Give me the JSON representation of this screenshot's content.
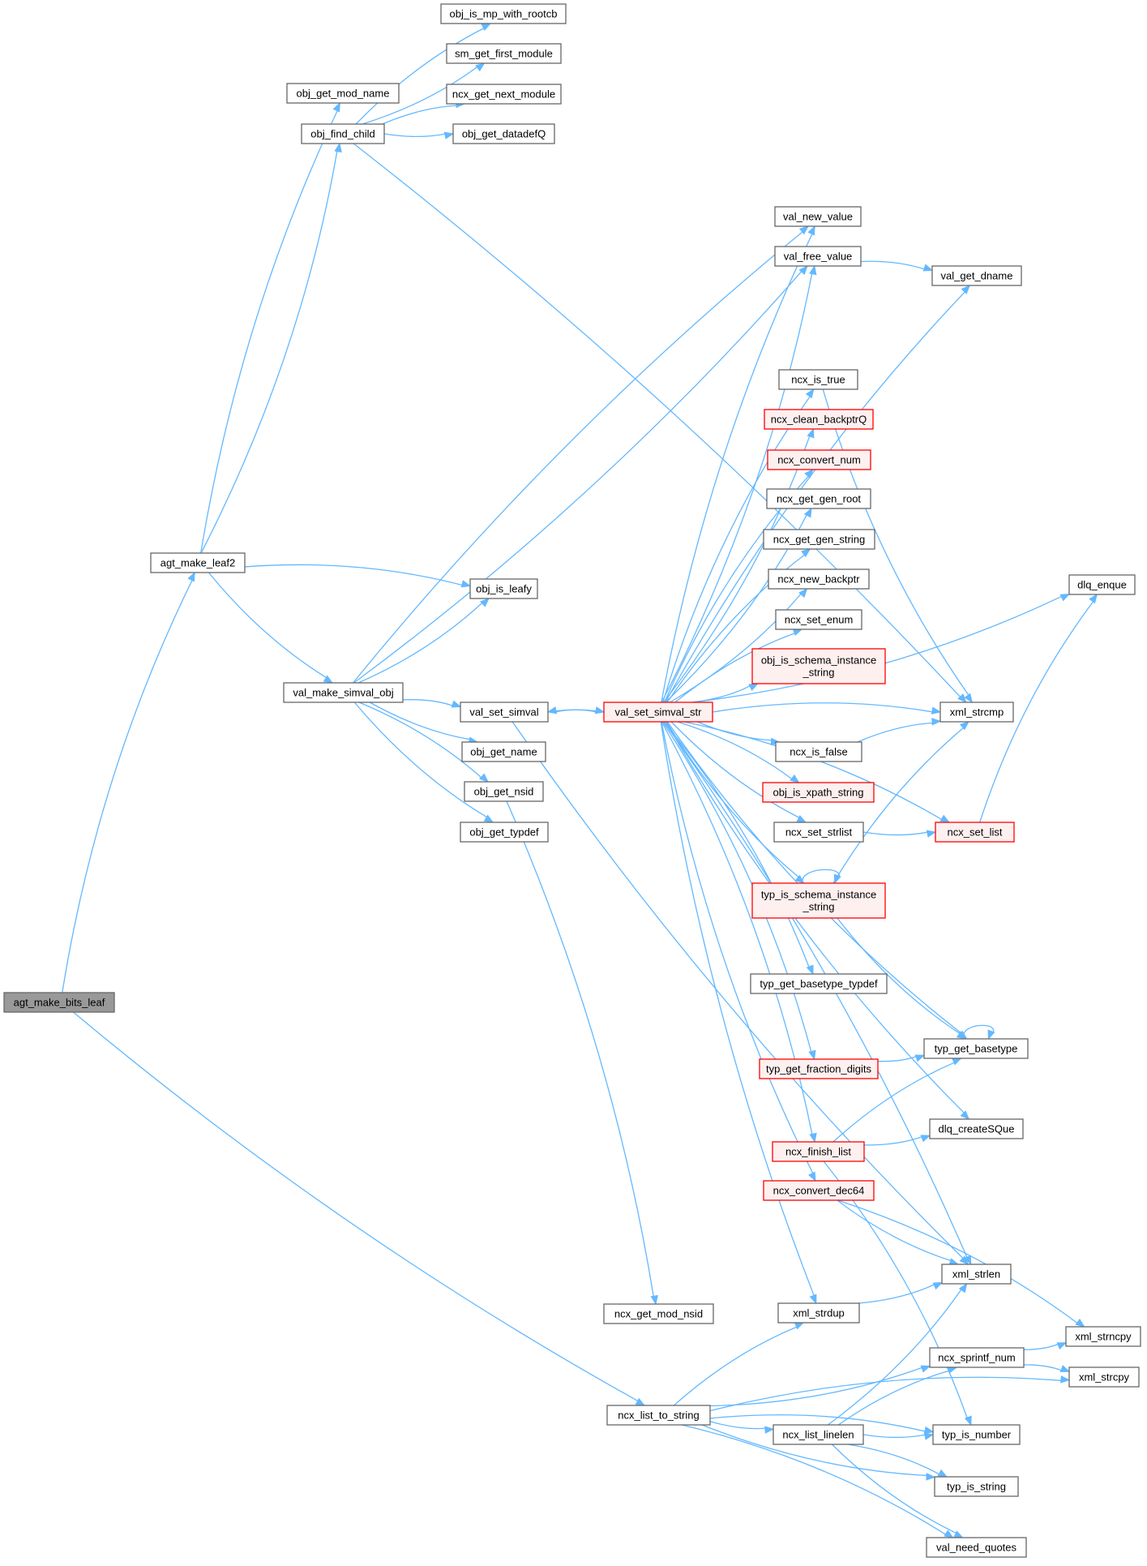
{
  "colors": {
    "edge": "#63b8ff",
    "node_fill": "#ffffff",
    "node_border": "#666666",
    "root_fill": "#999999",
    "root_border": "#666666",
    "truncated_fill": "#fff0f0",
    "truncated_border": "#ff0000"
  },
  "nodes": {
    "agt_make_bits_leaf": {
      "lines": [
        "agt_make_bits_leaf"
      ],
      "style": "root"
    },
    "agt_make_leaf2": {
      "lines": [
        "agt_make_leaf2"
      ],
      "style": "normal"
    },
    "obj_get_mod_name": {
      "lines": [
        "obj_get_mod_name"
      ],
      "style": "normal"
    },
    "obj_find_child": {
      "lines": [
        "obj_find_child"
      ],
      "style": "normal"
    },
    "obj_is_mp_with_rootcb": {
      "lines": [
        "obj_is_mp_with_rootcb"
      ],
      "style": "normal"
    },
    "sm_get_first_module": {
      "lines": [
        "sm_get_first_module"
      ],
      "style": "normal"
    },
    "ncx_get_next_module": {
      "lines": [
        "ncx_get_next_module"
      ],
      "style": "normal"
    },
    "obj_get_datadefQ": {
      "lines": [
        "obj_get_datadefQ"
      ],
      "style": "normal"
    },
    "obj_is_leafy": {
      "lines": [
        "obj_is_leafy"
      ],
      "style": "normal"
    },
    "val_make_simval_obj": {
      "lines": [
        "val_make_simval_obj"
      ],
      "style": "normal"
    },
    "val_set_simval": {
      "lines": [
        "val_set_simval"
      ],
      "style": "normal"
    },
    "obj_get_name": {
      "lines": [
        "obj_get_name"
      ],
      "style": "normal"
    },
    "obj_get_nsid": {
      "lines": [
        "obj_get_nsid"
      ],
      "style": "normal"
    },
    "obj_get_typdef": {
      "lines": [
        "obj_get_typdef"
      ],
      "style": "normal"
    },
    "ncx_get_mod_nsid": {
      "lines": [
        "ncx_get_mod_nsid"
      ],
      "style": "normal"
    },
    "ncx_list_to_string": {
      "lines": [
        "ncx_list_to_string"
      ],
      "style": "normal"
    },
    "val_set_simval_str": {
      "lines": [
        "val_set_simval_str"
      ],
      "style": "truncated"
    },
    "val_new_value": {
      "lines": [
        "val_new_value"
      ],
      "style": "normal"
    },
    "val_free_value": {
      "lines": [
        "val_free_value"
      ],
      "style": "normal"
    },
    "val_get_dname": {
      "lines": [
        "val_get_dname"
      ],
      "style": "normal"
    },
    "ncx_is_true": {
      "lines": [
        "ncx_is_true"
      ],
      "style": "normal"
    },
    "ncx_clean_backptrQ": {
      "lines": [
        "ncx_clean_backptrQ"
      ],
      "style": "truncated"
    },
    "ncx_convert_num": {
      "lines": [
        "ncx_convert_num"
      ],
      "style": "truncated"
    },
    "ncx_get_gen_root": {
      "lines": [
        "ncx_get_gen_root"
      ],
      "style": "normal"
    },
    "ncx_get_gen_string": {
      "lines": [
        "ncx_get_gen_string"
      ],
      "style": "normal"
    },
    "ncx_new_backptr": {
      "lines": [
        "ncx_new_backptr"
      ],
      "style": "normal"
    },
    "ncx_set_enum": {
      "lines": [
        "ncx_set_enum"
      ],
      "style": "normal"
    },
    "obj_is_schema_instance_string": {
      "lines": [
        "obj_is_schema_instance",
        "_string"
      ],
      "style": "truncated"
    },
    "xml_strcmp": {
      "lines": [
        "xml_strcmp"
      ],
      "style": "normal"
    },
    "ncx_is_false": {
      "lines": [
        "ncx_is_false"
      ],
      "style": "normal"
    },
    "obj_is_xpath_string": {
      "lines": [
        "obj_is_xpath_string"
      ],
      "style": "truncated"
    },
    "ncx_set_strlist": {
      "lines": [
        "ncx_set_strlist"
      ],
      "style": "normal"
    },
    "ncx_set_list": {
      "lines": [
        "ncx_set_list"
      ],
      "style": "truncated"
    },
    "dlq_enque": {
      "lines": [
        "dlq_enque"
      ],
      "style": "normal"
    },
    "typ_is_schema_instance_string": {
      "lines": [
        "typ_is_schema_instance",
        "_string"
      ],
      "style": "truncated"
    },
    "typ_get_basetype_typdef": {
      "lines": [
        "typ_get_basetype_typdef"
      ],
      "style": "normal"
    },
    "typ_get_basetype": {
      "lines": [
        "typ_get_basetype"
      ],
      "style": "normal"
    },
    "typ_get_fraction_digits": {
      "lines": [
        "typ_get_fraction_digits"
      ],
      "style": "truncated"
    },
    "dlq_createSQue": {
      "lines": [
        "dlq_createSQue"
      ],
      "style": "normal"
    },
    "ncx_finish_list": {
      "lines": [
        "ncx_finish_list"
      ],
      "style": "truncated"
    },
    "ncx_convert_dec64": {
      "lines": [
        "ncx_convert_dec64"
      ],
      "style": "truncated"
    },
    "xml_strlen": {
      "lines": [
        "xml_strlen"
      ],
      "style": "normal"
    },
    "xml_strdup": {
      "lines": [
        "xml_strdup"
      ],
      "style": "normal"
    },
    "xml_strncpy": {
      "lines": [
        "xml_strncpy"
      ],
      "style": "normal"
    },
    "ncx_sprintf_num": {
      "lines": [
        "ncx_sprintf_num"
      ],
      "style": "normal"
    },
    "xml_strcpy": {
      "lines": [
        "xml_strcpy"
      ],
      "style": "normal"
    },
    "ncx_list_linelen": {
      "lines": [
        "ncx_list_linelen"
      ],
      "style": "normal"
    },
    "typ_is_number": {
      "lines": [
        "typ_is_number"
      ],
      "style": "normal"
    },
    "typ_is_string": {
      "lines": [
        "typ_is_string"
      ],
      "style": "normal"
    },
    "val_need_quotes": {
      "lines": [
        "val_need_quotes"
      ],
      "style": "normal"
    }
  },
  "edges": [
    [
      "agt_make_bits_leaf",
      "agt_make_leaf2"
    ],
    [
      "agt_make_bits_leaf",
      "ncx_list_to_string"
    ],
    [
      "agt_make_leaf2",
      "obj_get_mod_name"
    ],
    [
      "agt_make_leaf2",
      "obj_find_child"
    ],
    [
      "agt_make_leaf2",
      "obj_is_leafy"
    ],
    [
      "agt_make_leaf2",
      "val_make_simval_obj"
    ],
    [
      "obj_find_child",
      "obj_is_mp_with_rootcb"
    ],
    [
      "obj_find_child",
      "sm_get_first_module"
    ],
    [
      "obj_find_child",
      "ncx_get_next_module"
    ],
    [
      "obj_find_child",
      "obj_get_datadefQ"
    ],
    [
      "obj_find_child",
      "xml_strcmp"
    ],
    [
      "val_make_simval_obj",
      "obj_is_leafy"
    ],
    [
      "val_make_simval_obj",
      "val_new_value"
    ],
    [
      "val_make_simval_obj",
      "val_free_value"
    ],
    [
      "val_make_simval_obj",
      "val_set_simval"
    ],
    [
      "val_make_simval_obj",
      "obj_get_name"
    ],
    [
      "val_make_simval_obj",
      "obj_get_nsid"
    ],
    [
      "val_make_simval_obj",
      "obj_get_typdef"
    ],
    [
      "val_set_simval",
      "val_set_simval_str"
    ],
    [
      "val_set_simval",
      "xml_strlen"
    ],
    [
      "obj_get_nsid",
      "ncx_get_mod_nsid"
    ],
    [
      "val_set_simval_str",
      "val_set_simval"
    ],
    [
      "val_set_simval_str",
      "val_new_value"
    ],
    [
      "val_set_simval_str",
      "val_free_value"
    ],
    [
      "val_set_simval_str",
      "val_get_dname"
    ],
    [
      "val_set_simval_str",
      "dlq_enque"
    ],
    [
      "val_set_simval_str",
      "ncx_is_true"
    ],
    [
      "val_set_simval_str",
      "ncx_clean_backptrQ"
    ],
    [
      "val_set_simval_str",
      "ncx_convert_num"
    ],
    [
      "val_set_simval_str",
      "ncx_get_gen_root"
    ],
    [
      "val_set_simval_str",
      "ncx_get_gen_string"
    ],
    [
      "val_set_simval_str",
      "ncx_new_backptr"
    ],
    [
      "val_set_simval_str",
      "ncx_set_enum"
    ],
    [
      "val_set_simval_str",
      "obj_is_schema_instance_string"
    ],
    [
      "val_set_simval_str",
      "xml_strcmp"
    ],
    [
      "val_set_simval_str",
      "ncx_is_false"
    ],
    [
      "val_set_simval_str",
      "obj_is_xpath_string"
    ],
    [
      "val_set_simval_str",
      "ncx_set_strlist"
    ],
    [
      "val_set_simval_str",
      "ncx_set_list"
    ],
    [
      "val_set_simval_str",
      "typ_is_schema_instance_string"
    ],
    [
      "val_set_simval_str",
      "typ_get_basetype_typdef"
    ],
    [
      "val_set_simval_str",
      "typ_get_basetype"
    ],
    [
      "val_set_simval_str",
      "typ_get_fraction_digits"
    ],
    [
      "val_set_simval_str",
      "dlq_createSQue"
    ],
    [
      "val_set_simval_str",
      "ncx_finish_list"
    ],
    [
      "val_set_simval_str",
      "ncx_convert_dec64"
    ],
    [
      "val_set_simval_str",
      "xml_strlen"
    ],
    [
      "val_set_simval_str",
      "xml_strdup"
    ],
    [
      "val_free_value",
      "val_get_dname"
    ],
    [
      "ncx_is_true",
      "xml_strcmp"
    ],
    [
      "ncx_is_false",
      "xml_strcmp"
    ],
    [
      "ncx_set_strlist",
      "ncx_set_list"
    ],
    [
      "ncx_set_list",
      "dlq_enque"
    ],
    [
      "typ_is_schema_instance_string",
      "typ_is_schema_instance_string"
    ],
    [
      "typ_is_schema_instance_string",
      "xml_strcmp"
    ],
    [
      "typ_is_schema_instance_string",
      "typ_get_basetype"
    ],
    [
      "typ_get_basetype",
      "typ_get_basetype"
    ],
    [
      "typ_get_fraction_digits",
      "typ_get_basetype"
    ],
    [
      "ncx_finish_list",
      "typ_get_basetype"
    ],
    [
      "ncx_finish_list",
      "dlq_createSQue"
    ],
    [
      "ncx_finish_list",
      "typ_is_number"
    ],
    [
      "ncx_convert_dec64",
      "xml_strlen"
    ],
    [
      "ncx_convert_dec64",
      "xml_strncpy"
    ],
    [
      "xml_strdup",
      "xml_strlen"
    ],
    [
      "ncx_list_to_string",
      "xml_strdup"
    ],
    [
      "ncx_list_to_string",
      "ncx_sprintf_num"
    ],
    [
      "ncx_list_to_string",
      "xml_strcpy"
    ],
    [
      "ncx_list_to_string",
      "ncx_list_linelen"
    ],
    [
      "ncx_list_to_string",
      "typ_is_number"
    ],
    [
      "ncx_list_to_string",
      "typ_is_string"
    ],
    [
      "ncx_list_to_string",
      "val_need_quotes"
    ],
    [
      "ncx_sprintf_num",
      "xml_strncpy"
    ],
    [
      "ncx_sprintf_num",
      "xml_strcpy"
    ],
    [
      "ncx_list_linelen",
      "xml_strlen"
    ],
    [
      "ncx_list_linelen",
      "ncx_sprintf_num"
    ],
    [
      "ncx_list_linelen",
      "typ_is_number"
    ],
    [
      "ncx_list_linelen",
      "typ_is_string"
    ],
    [
      "ncx_list_linelen",
      "val_need_quotes"
    ]
  ]
}
